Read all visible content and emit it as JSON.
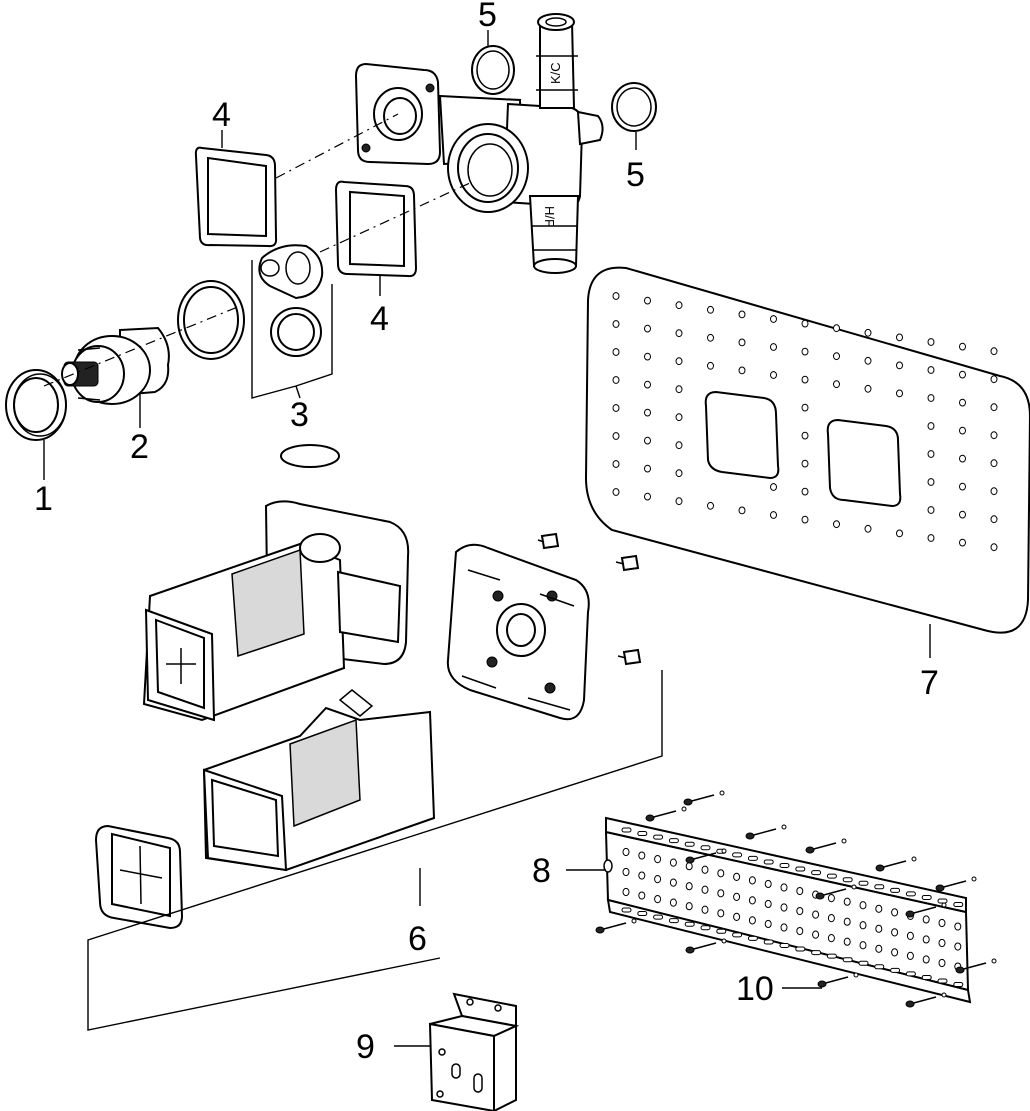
{
  "callouts": {
    "c1": "1",
    "c2": "2",
    "c3": "3",
    "c4a": "4",
    "c4b": "4",
    "c5a": "5",
    "c5b": "5",
    "c6": "6",
    "c7": "7",
    "c8": "8",
    "c9": "9",
    "c10": "10"
  },
  "valve_markings": {
    "cold": "K/C",
    "hot": "H/F"
  }
}
